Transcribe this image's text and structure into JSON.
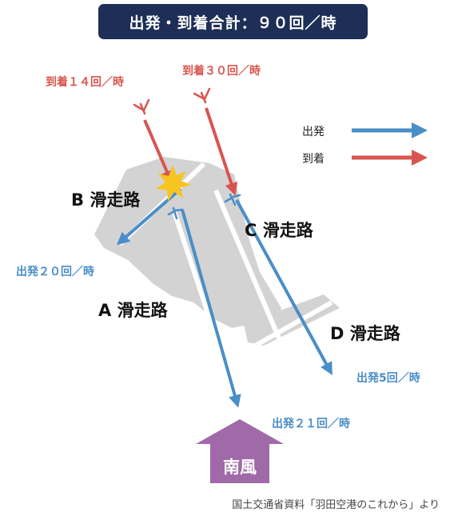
{
  "title": "出発・到着合計：９０回／時",
  "arrivals": [
    {
      "label": "到着１４回／時"
    },
    {
      "label": "到着３０回／時"
    }
  ],
  "departures": [
    {
      "label": "出発２０回／時"
    },
    {
      "label": "出発２１回／時"
    },
    {
      "label": "出発5回／時"
    }
  ],
  "runways": {
    "a": "A 滑走路",
    "b": "B 滑走路",
    "c": "C 滑走路",
    "d": "D 滑走路"
  },
  "legend": {
    "departure": "出発",
    "arrival": "到着"
  },
  "wind": "南風",
  "source": "国土交通省資料「羽田空港のこれから」より",
  "colors": {
    "title_bg": "#1d2f57",
    "departure": "#4a8ec8",
    "arrival": "#d9554f",
    "wind_arrow": "#a06aa8",
    "airport": "#d3d3d3",
    "conflict_burst": "#f7c521"
  }
}
